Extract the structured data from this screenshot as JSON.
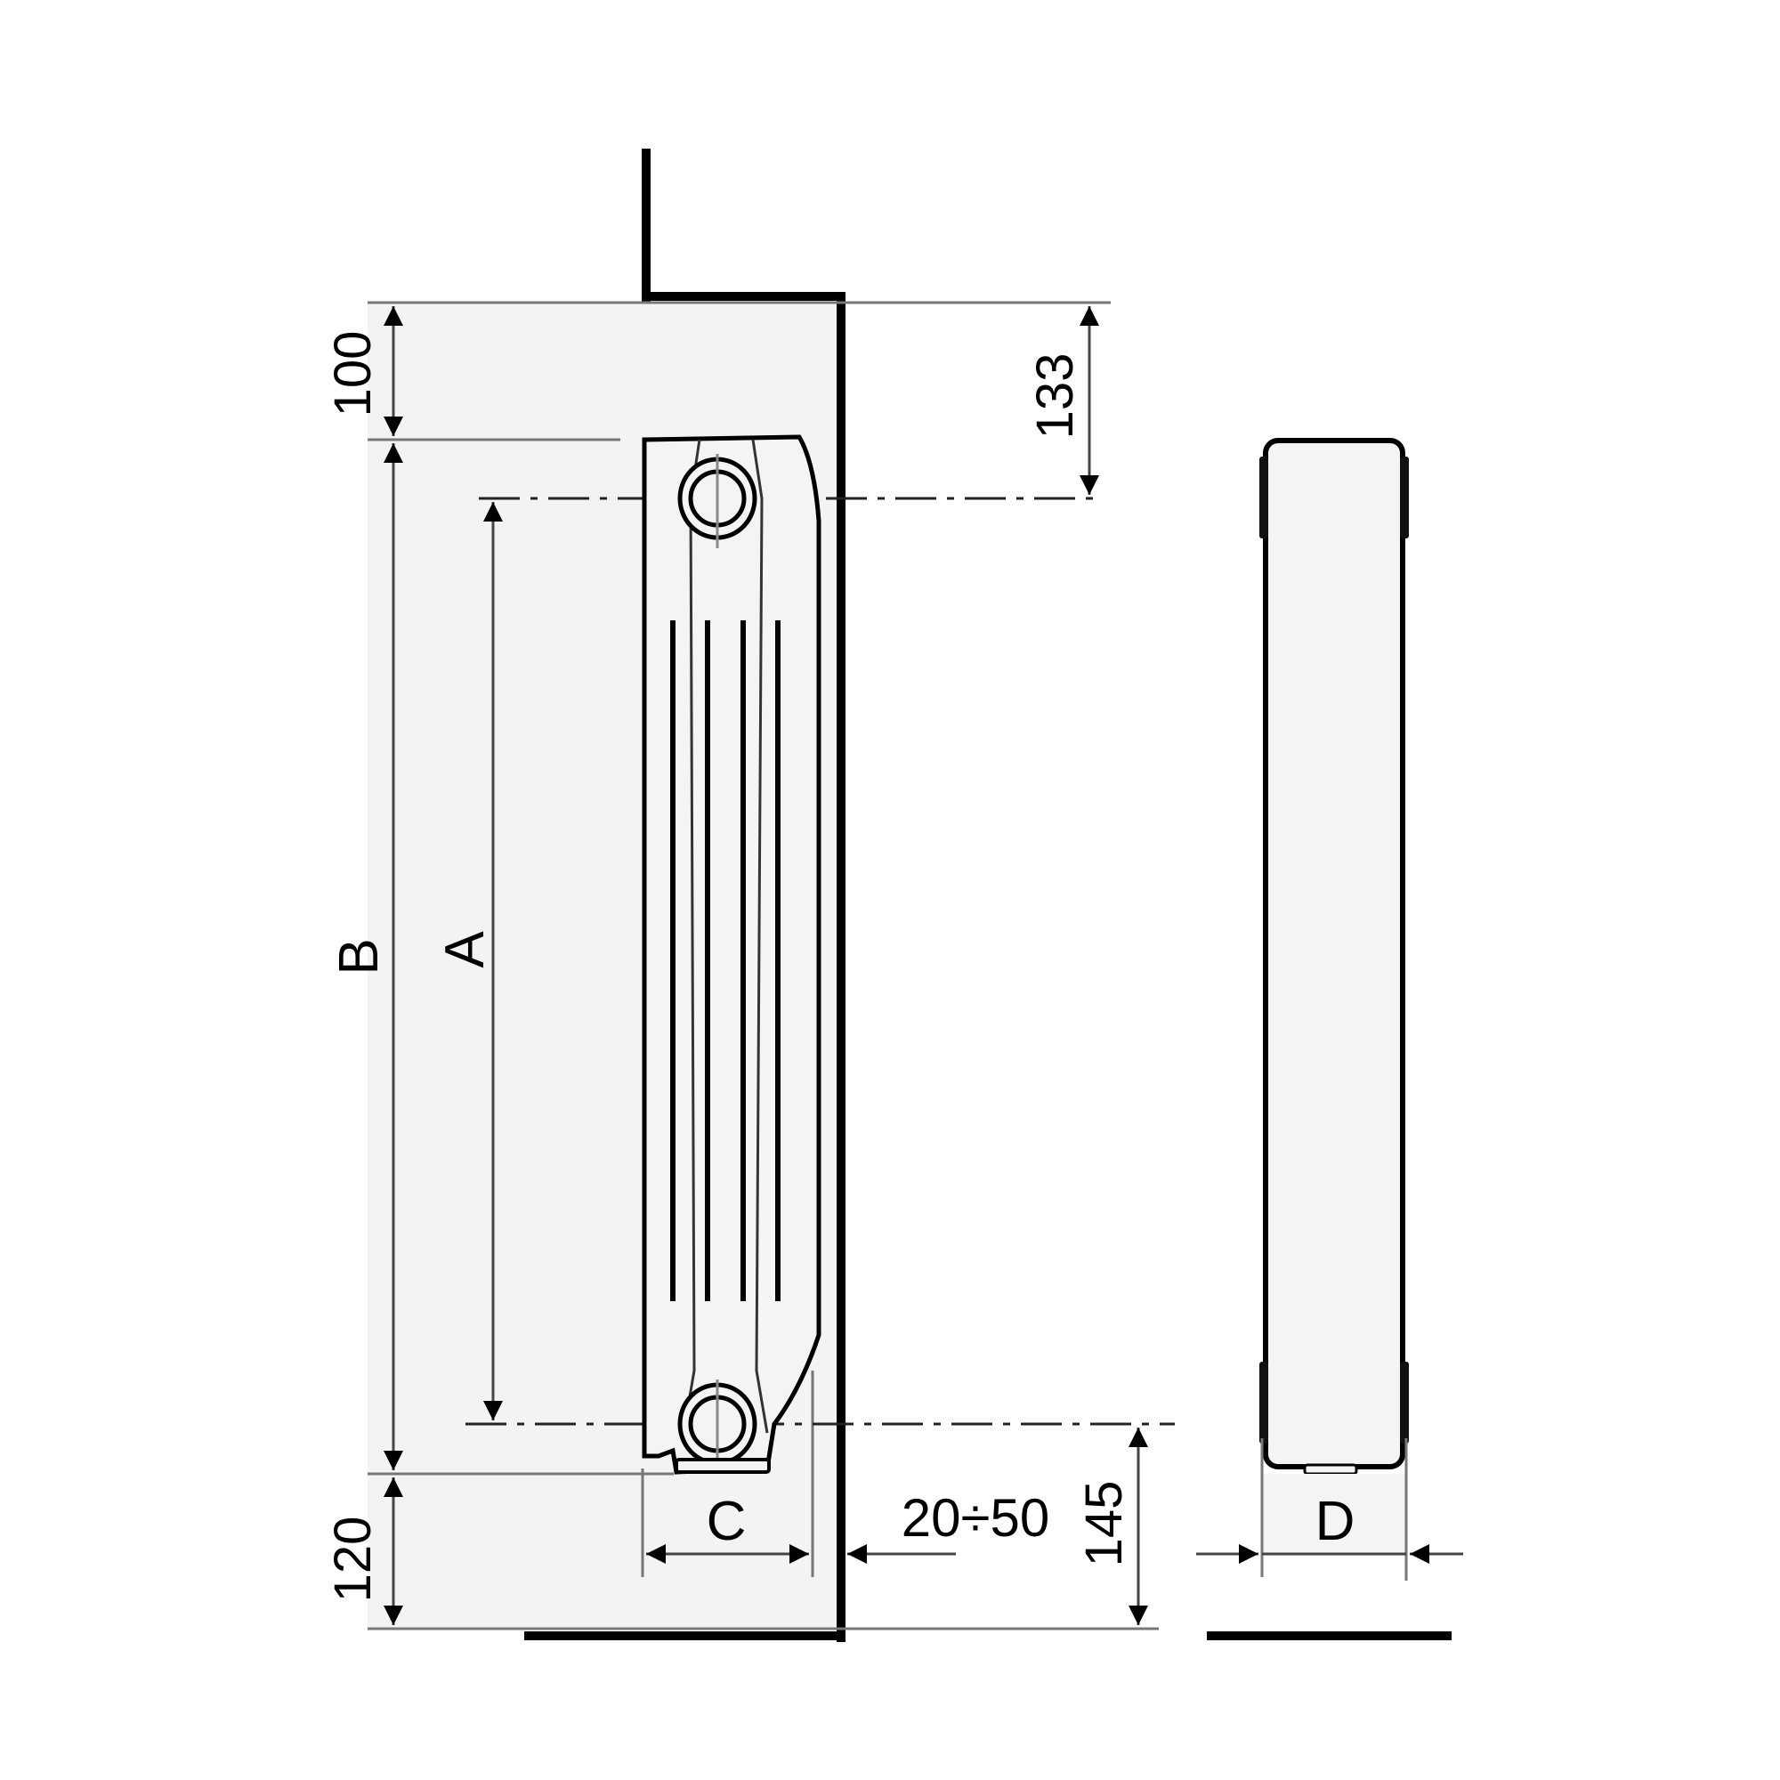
{
  "diagram": {
    "subject": "Radiator installation dimensions (front and side view)",
    "colors": {
      "background": "#ffffff",
      "clearance_zone": "#f2f2f2",
      "line": "#000000",
      "dim_line": "#555555"
    },
    "front_view": {
      "labels": {
        "top_clearance": "100",
        "bottom_clearance": "120",
        "overall_height": "B",
        "axis_distance": "A",
        "depth": "C",
        "wall_gap": "20÷50",
        "top_to_axis": "133",
        "floor_to_axis": "145"
      }
    },
    "side_view": {
      "labels": {
        "width": "D"
      }
    }
  }
}
